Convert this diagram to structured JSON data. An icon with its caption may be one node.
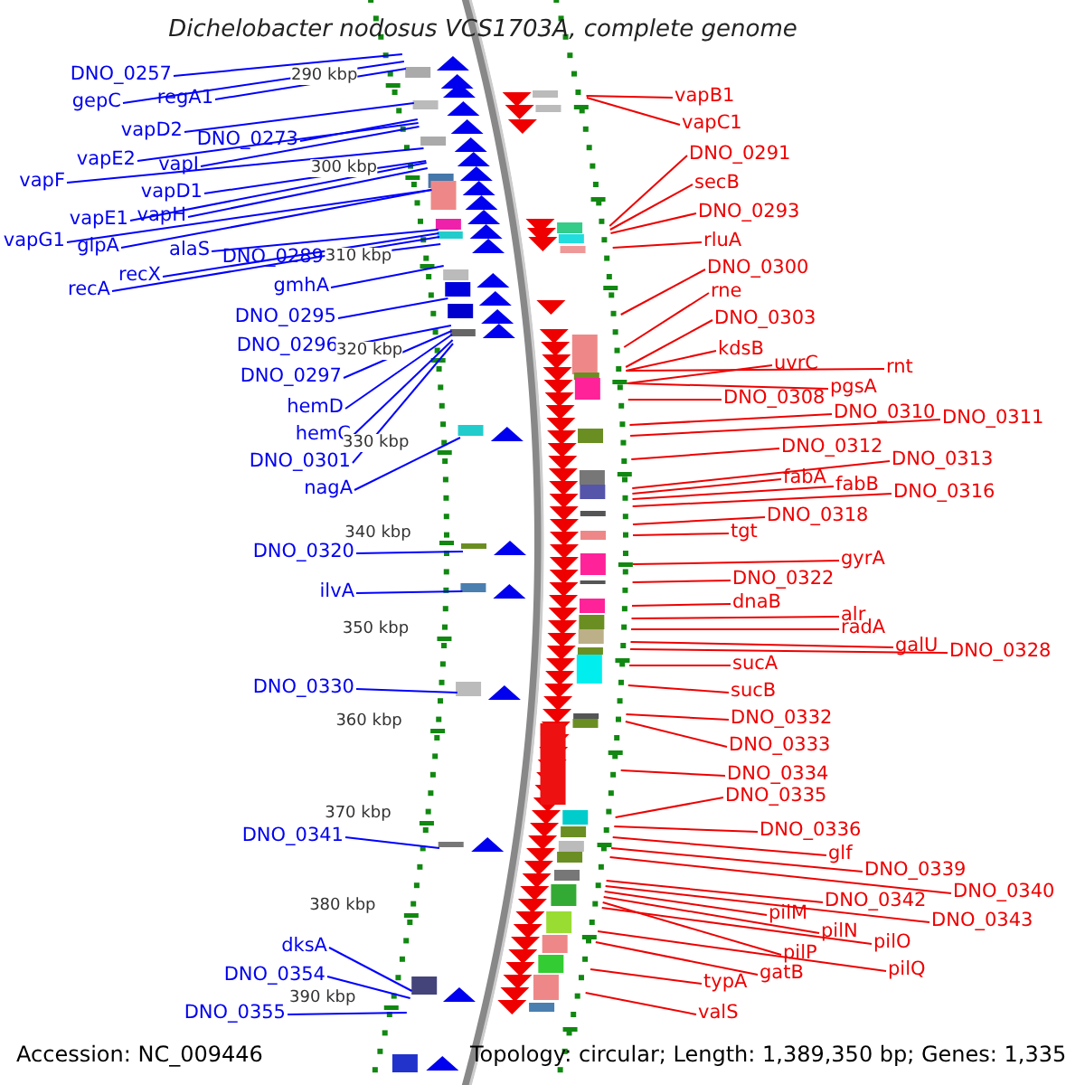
{
  "diagram": {
    "title": "Dichelobacter nodosus VCS1703A, complete genome",
    "nodes": [
      {
        "text": [
          "DNO_0257"
        ]
      },
      {
        "text": [
          "gepC"
        ]
      },
      {
        "text": [
          "regA1"
        ]
      },
      {
        "text": [
          "vapD2"
        ]
      },
      {
        "text": [
          "DNO_0273"
        ]
      },
      {
        "text": [
          "vapE2"
        ]
      },
      {
        "text": [
          "vapI"
        ]
      },
      {
        "text": [
          "vapF"
        ]
      },
      {
        "text": [
          "vapD1"
        ]
      },
      {
        "text": [
          "vapE1"
        ]
      },
      {
        "text": [
          "vapH"
        ]
      },
      {
        "text": [
          "vapG1"
        ]
      },
      {
        "text": [
          "glpA"
        ]
      },
      {
        "text": [
          "alaS"
        ]
      },
      {
        "text": [
          "DNO_0289"
        ]
      },
      {
        "text": [
          "recX"
        ]
      },
      {
        "text": [
          "recA"
        ]
      },
      {
        "text": [
          "gmhA"
        ]
      },
      {
        "text": [
          "DNO_0295"
        ]
      },
      {
        "text": [
          "DNO_0296"
        ]
      },
      {
        "text": [
          "DNO_0297"
        ]
      },
      {
        "text": [
          "hemD"
        ]
      },
      {
        "text": [
          "hemC"
        ]
      },
      {
        "text": [
          "DNO_0301"
        ]
      },
      {
        "text": [
          "nagA"
        ]
      },
      {
        "text": [
          "DNO_0320"
        ]
      },
      {
        "text": [
          "ilvA"
        ]
      },
      {
        "text": [
          "DNO_0330"
        ]
      },
      {
        "text": [
          "DNO_0341"
        ]
      },
      {
        "text": [
          "dksA"
        ]
      },
      {
        "text": [
          "DNO_0354"
        ]
      },
      {
        "text": [
          "DNO_0355"
        ]
      },
      {
        "text": [
          "vapB1"
        ]
      },
      {
        "text": [
          "vapC1"
        ]
      },
      {
        "text": [
          "DNO_0291"
        ]
      },
      {
        "text": [
          "secB"
        ]
      },
      {
        "text": [
          "DNO_0293"
        ]
      },
      {
        "text": [
          "rluA"
        ]
      },
      {
        "text": [
          "DNO_0300"
        ]
      },
      {
        "text": [
          "rne"
        ]
      },
      {
        "text": [
          "DNO_0303"
        ]
      },
      {
        "text": [
          "kdsB"
        ]
      },
      {
        "text": [
          "uvrC"
        ]
      },
      {
        "text": [
          "pgsA"
        ]
      },
      {
        "text": [
          "rnt"
        ]
      },
      {
        "text": [
          "DNO_0308"
        ]
      },
      {
        "text": [
          "DNO_0310"
        ]
      },
      {
        "text": [
          "DNO_0311"
        ]
      },
      {
        "text": [
          "DNO_0312"
        ]
      },
      {
        "text": [
          "DNO_0313"
        ]
      },
      {
        "text": [
          "fabA"
        ]
      },
      {
        "text": [
          "fabB"
        ]
      },
      {
        "text": [
          "DNO_0316"
        ]
      },
      {
        "text": [
          "DNO_0318"
        ]
      },
      {
        "text": [
          "tgt"
        ]
      },
      {
        "text": [
          "gyrA"
        ]
      },
      {
        "text": [
          "DNO_0322"
        ]
      },
      {
        "text": [
          "dnaB"
        ]
      },
      {
        "text": [
          "alr"
        ]
      },
      {
        "text": [
          "radA"
        ]
      },
      {
        "text": [
          "galU"
        ]
      },
      {
        "text": [
          "DNO_0328"
        ]
      },
      {
        "text": [
          "sucA"
        ]
      },
      {
        "text": [
          "sucB"
        ]
      },
      {
        "text": [
          "DNO_0332"
        ]
      },
      {
        "text": [
          "DNO_0333"
        ]
      },
      {
        "text": [
          "DNO_0334"
        ]
      },
      {
        "text": [
          "DNO_0335"
        ]
      },
      {
        "text": [
          "DNO_0336"
        ]
      },
      {
        "text": [
          "glf"
        ]
      },
      {
        "text": [
          "DNO_0339"
        ]
      },
      {
        "text": [
          "DNO_0340"
        ]
      },
      {
        "text": [
          "DNO_0342"
        ]
      },
      {
        "text": [
          "DNO_0343"
        ]
      },
      {
        "text": [
          "pilM"
        ]
      },
      {
        "text": [
          "pilN"
        ]
      },
      {
        "text": [
          "pilP"
        ]
      },
      {
        "text": [
          "pilO"
        ]
      },
      {
        "text": [
          "pilQ"
        ]
      },
      {
        "text": [
          "gatB"
        ]
      },
      {
        "text": [
          "typA"
        ]
      },
      {
        "text": [
          "valS"
        ]
      }
    ],
    "edges": [
      {
        "from": 0,
        "to": null,
        "arrow": "none",
        "color": "#0000ff"
      },
      {
        "from": 1,
        "to": null,
        "arrow": "none",
        "color": "#0000ff"
      },
      {
        "from": 2,
        "to": null,
        "arrow": "none",
        "color": "#0000ff"
      },
      {
        "from": 3,
        "to": null,
        "arrow": "none",
        "color": "#0000ff"
      },
      {
        "from": 4,
        "to": null,
        "arrow": "none",
        "color": "#0000ff"
      },
      {
        "from": 5,
        "to": null,
        "arrow": "none",
        "color": "#0000ff"
      },
      {
        "from": 6,
        "to": null,
        "arrow": "none",
        "color": "#0000ff"
      },
      {
        "from": 7,
        "to": null,
        "arrow": "none",
        "color": "#0000ff"
      },
      {
        "from": 8,
        "to": null,
        "arrow": "none",
        "color": "#0000ff"
      },
      {
        "from": 9,
        "to": null,
        "arrow": "none",
        "color": "#0000ff"
      },
      {
        "from": 10,
        "to": null,
        "arrow": "none",
        "color": "#0000ff"
      },
      {
        "from": 11,
        "to": null,
        "arrow": "none",
        "color": "#0000ff"
      },
      {
        "from": 12,
        "to": null,
        "arrow": "none",
        "color": "#0000ff"
      },
      {
        "from": 13,
        "to": null,
        "arrow": "none",
        "color": "#0000ff"
      },
      {
        "from": 14,
        "to": null,
        "arrow": "none",
        "color": "#0000ff"
      },
      {
        "from": 15,
        "to": null,
        "arrow": "none",
        "color": "#0000ff"
      },
      {
        "from": 16,
        "to": null,
        "arrow": "none",
        "color": "#0000ff"
      },
      {
        "from": 17,
        "to": null,
        "arrow": "none",
        "color": "#0000ff"
      },
      {
        "from": 18,
        "to": null,
        "arrow": "none",
        "color": "#0000ff"
      },
      {
        "from": 19,
        "to": null,
        "arrow": "none",
        "color": "#0000ff"
      },
      {
        "from": 20,
        "to": null,
        "arrow": "none",
        "color": "#0000ff"
      },
      {
        "from": 21,
        "to": null,
        "arrow": "none",
        "color": "#0000ff"
      },
      {
        "from": 22,
        "to": null,
        "arrow": "none",
        "color": "#0000ff"
      },
      {
        "from": 23,
        "to": null,
        "arrow": "none",
        "color": "#0000ff"
      },
      {
        "from": 24,
        "to": null,
        "arrow": "none",
        "color": "#0000ff"
      },
      {
        "from": 25,
        "to": null,
        "arrow": "none",
        "color": "#0000ff"
      },
      {
        "from": 26,
        "to": null,
        "arrow": "none",
        "color": "#0000ff"
      },
      {
        "from": 27,
        "to": null,
        "arrow": "none",
        "color": "#0000ff"
      },
      {
        "from": 28,
        "to": null,
        "arrow": "none",
        "color": "#0000ff"
      },
      {
        "from": 29,
        "to": null,
        "arrow": "none",
        "color": "#0000ff"
      },
      {
        "from": 30,
        "to": null,
        "arrow": "none",
        "color": "#0000ff"
      },
      {
        "from": 31,
        "to": null,
        "arrow": "none",
        "color": "#0000ff"
      },
      {
        "from": 32,
        "to": null,
        "arrow": "none"
      },
      {
        "from": 33,
        "to": null,
        "arrow": "none"
      },
      {
        "from": 34,
        "to": null,
        "arrow": "none"
      },
      {
        "from": 35,
        "to": null,
        "arrow": "none"
      },
      {
        "from": 36,
        "to": null,
        "arrow": "none"
      },
      {
        "from": 37,
        "to": null,
        "arrow": "none"
      },
      {
        "from": 38,
        "to": null,
        "arrow": "none"
      },
      {
        "from": 39,
        "to": null,
        "arrow": "none"
      },
      {
        "from": 40,
        "to": null,
        "arrow": "none"
      },
      {
        "from": 41,
        "to": null,
        "arrow": "none"
      },
      {
        "from": 42,
        "to": null,
        "arrow": "none"
      },
      {
        "from": 43,
        "to": null,
        "arrow": "none"
      },
      {
        "from": 44,
        "to": null,
        "arrow": "none"
      },
      {
        "from": 45,
        "to": null,
        "arrow": "none"
      },
      {
        "from": 46,
        "to": null,
        "arrow": "none"
      },
      {
        "from": 47,
        "to": null,
        "arrow": "none"
      },
      {
        "from": 48,
        "to": null,
        "arrow": "none"
      },
      {
        "from": 49,
        "to": null,
        "arrow": "none"
      },
      {
        "from": 50,
        "to": null,
        "arrow": "none"
      },
      {
        "from": 51,
        "to": null,
        "arrow": "none"
      },
      {
        "from": 52,
        "to": null,
        "arrow": "none"
      },
      {
        "from": 53,
        "to": null,
        "arrow": "none"
      },
      {
        "from": 54,
        "to": null,
        "arrow": "none"
      },
      {
        "from": 55,
        "to": null,
        "arrow": "none"
      },
      {
        "from": 56,
        "to": null,
        "arrow": "none"
      },
      {
        "from": 57,
        "to": null,
        "arrow": "none"
      },
      {
        "from": 58,
        "to": null,
        "arrow": "none"
      },
      {
        "from": 59,
        "to": null,
        "arrow": "none"
      },
      {
        "from": 60,
        "to": null,
        "arrow": "none"
      },
      {
        "from": 61,
        "to": null,
        "arrow": "none"
      },
      {
        "from": 62,
        "to": null,
        "arrow": "none"
      },
      {
        "from": 63,
        "to": null,
        "arrow": "none"
      },
      {
        "from": 64,
        "to": null,
        "arrow": "none"
      },
      {
        "from": 65,
        "to": null,
        "arrow": "none"
      },
      {
        "from": 66,
        "to": null,
        "arrow": "none"
      },
      {
        "from": 67,
        "to": null,
        "arrow": "none"
      },
      {
        "from": 68,
        "to": null,
        "arrow": "none"
      },
      {
        "from": 69,
        "to": null,
        "arrow": "none"
      },
      {
        "from": 70,
        "to": null,
        "arrow": "none"
      },
      {
        "from": 71,
        "to": null,
        "arrow": "none"
      },
      {
        "from": 72,
        "to": null,
        "arrow": "none"
      },
      {
        "from": 73,
        "to": null,
        "arrow": "none"
      },
      {
        "from": 74,
        "to": null,
        "arrow": "none"
      },
      {
        "from": 75,
        "to": null,
        "arrow": "none"
      },
      {
        "from": 76,
        "to": null,
        "arrow": "none"
      },
      {
        "from": 77,
        "to": null,
        "arrow": "none"
      },
      {
        "from": 78,
        "to": null,
        "arrow": "none"
      },
      {
        "from": 79,
        "to": null,
        "arrow": "none"
      },
      {
        "from": 80,
        "to": null,
        "arrow": "none"
      },
      {
        "from": 81,
        "to": null,
        "arrow": "none"
      }
    ],
    "labels": [
      "290 kbp",
      "300 kbp",
      "310 kbp",
      "320 kbp",
      "330 kbp",
      "340 kbp",
      "350 kbp",
      "360 kbp",
      "370 kbp",
      "380 kbp",
      "390 kbp",
      "Accession: NC_009446",
      "Topology: circular; Length: 1,389,350 bp; Genes: 1,335"
    ]
  }
}
